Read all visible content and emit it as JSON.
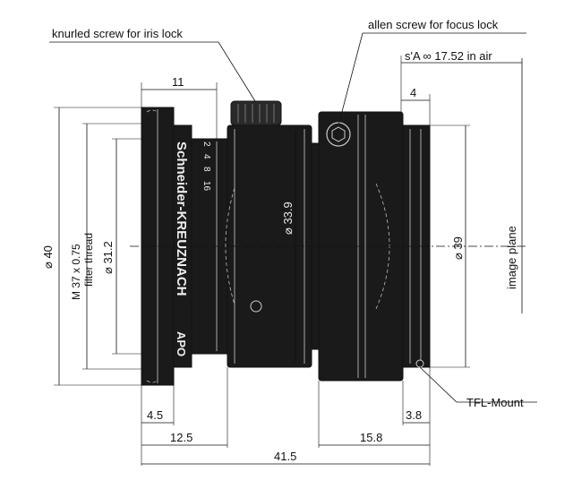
{
  "callouts": {
    "iris_lock": "knurled screw for iris lock",
    "focus_lock": "allen screw for focus lock",
    "back_focus": "s'A ∞  17.52  in air",
    "mount": "TFL-Mount",
    "image_plane": "image plane"
  },
  "dimensions": {
    "d40": "⌀ 40",
    "thread_line1": "M 37 x 0.75",
    "thread_line2": "filter thread",
    "d31_2": "⌀ 31.2",
    "d33_9": "⌀ 33.9",
    "d39": "⌀ 39",
    "w11": "11",
    "w4": "4",
    "w4_5": "4.5",
    "w12_5": "12.5",
    "w3_8": "3.8",
    "w15_8": "15.8",
    "w41_5": "41.5"
  },
  "lens_markings": {
    "brand": "Schneider-KREUZNACH",
    "model": "APO",
    "aperture_scale": [
      "2",
      "4",
      "8",
      "16"
    ]
  }
}
